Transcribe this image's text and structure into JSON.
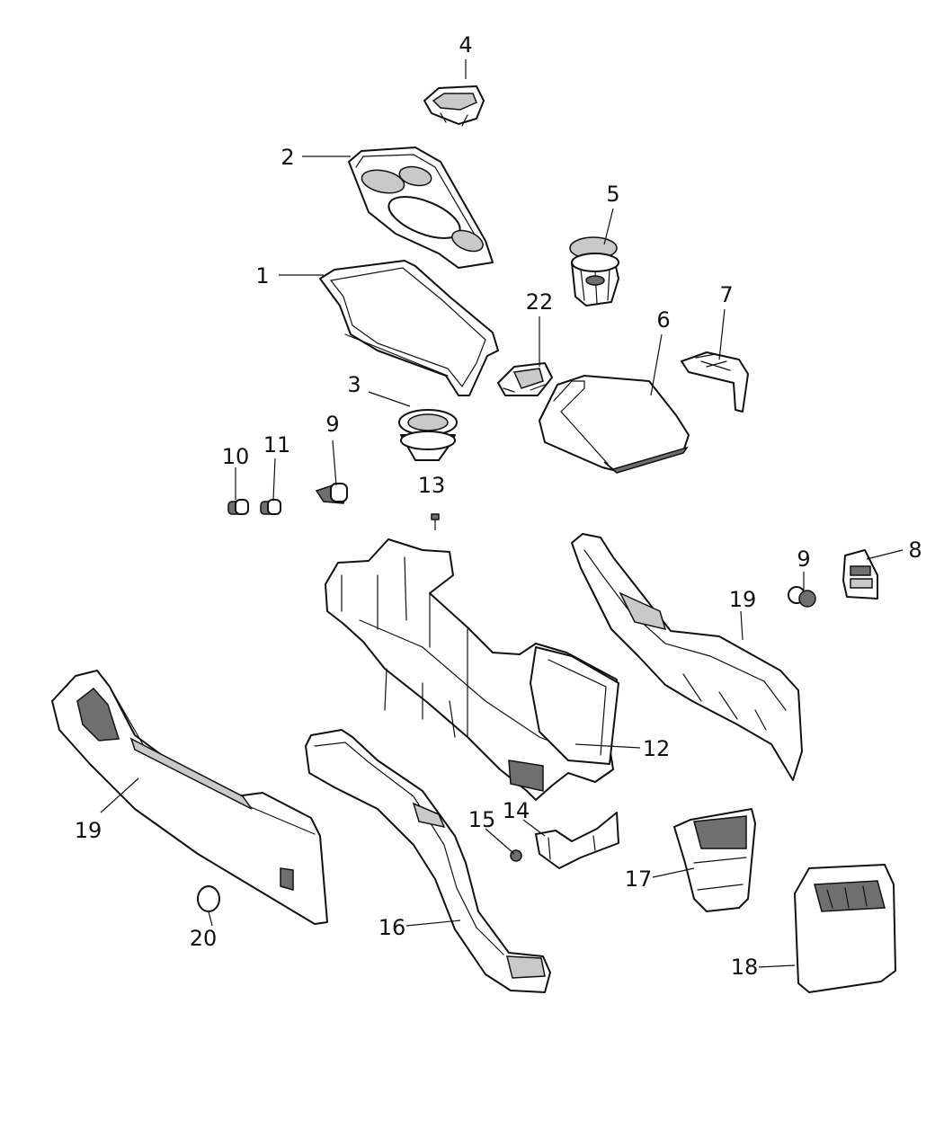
{
  "callouts": {
    "c1": "1",
    "c2": "2",
    "c3": "3",
    "c4": "4",
    "c5": "5",
    "c6": "6",
    "c7": "7",
    "c8": "8",
    "c9a": "9",
    "c9b": "9",
    "c10": "10",
    "c11": "11",
    "c12": "12",
    "c13": "13",
    "c14": "14",
    "c15": "15",
    "c16": "16",
    "c17": "17",
    "c18": "18",
    "c19a": "19",
    "c19b": "19",
    "c20": "20",
    "c22": "22"
  }
}
